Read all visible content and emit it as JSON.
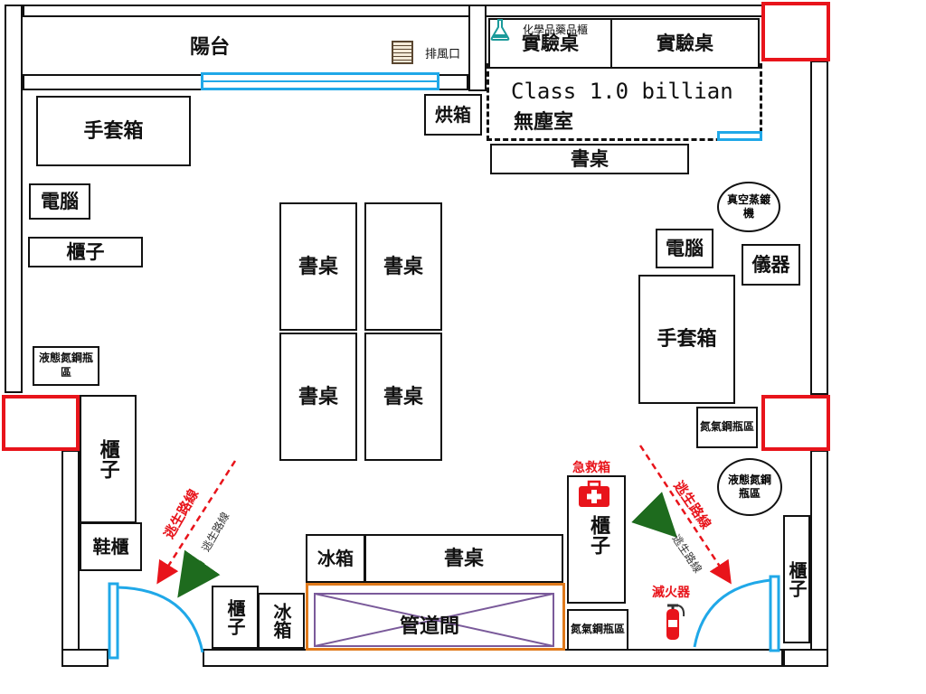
{
  "rooms": {
    "balcony": "陽台",
    "exhaust": "排風口",
    "chem_cabinet": "化學品藥品櫃",
    "lab_bench_1": "實驗桌",
    "lab_bench_2": "實驗桌",
    "cleanroom_class": "Class 1.0 billian",
    "cleanroom_name": "無塵室",
    "oven": "烘箱",
    "desk_top": "書桌",
    "glovebox_left": "手套箱",
    "computer_left": "電腦",
    "cabinet_left": "櫃子",
    "desk_a": "書桌",
    "desk_b": "書桌",
    "desk_c": "書桌",
    "desk_d": "書桌",
    "vacuum_evap": "真空蒸鍍機",
    "computer_right": "電腦",
    "instrument": "儀器",
    "glovebox_right": "手套箱",
    "ln2_left": "液態氮鋼瓶區",
    "cabinet_left_tall": "櫃子",
    "shoe_cabinet": "鞋櫃",
    "n2_right": "氮氣鋼瓶區",
    "ln2_right": "液態氮鋼瓶區",
    "first_aid_label": "急救箱",
    "cabinet_firstaid": "櫃子",
    "cabinet_far_right": "櫃子",
    "fridge_1": "冰箱",
    "desk_bottom": "書桌",
    "cabinet_bottom": "櫃子",
    "fridge_2": "冰箱",
    "pipe_room": "管道間",
    "n2_bottom": "氮氣鋼瓶區",
    "extinguisher_label": "滅火器"
  },
  "escape": {
    "left_red": "逃生路線",
    "left_gray": "逃生路線",
    "right_red": "逃生路線",
    "right_gray": "逃生路線"
  },
  "colors": {
    "red": "#e8141b",
    "blue": "#20a8e8",
    "orange": "#e07a1c",
    "purple": "#7a5a9a",
    "green": "#1e6b1e"
  }
}
